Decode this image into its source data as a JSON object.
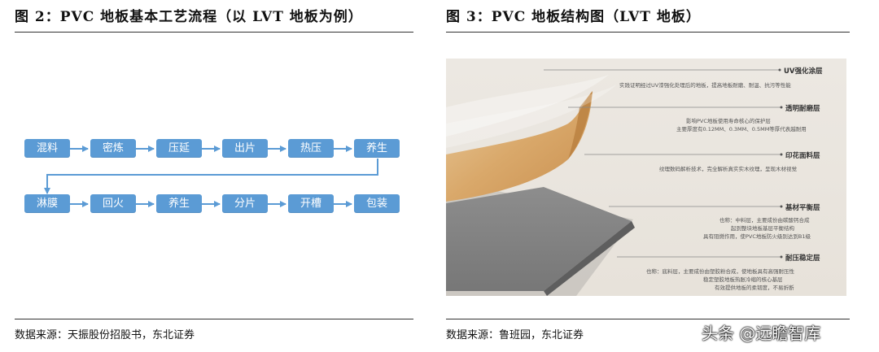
{
  "left_figure": {
    "title": "图 2：PVC 地板基本工艺流程（以 LVT 地板为例）",
    "row1": [
      "混料",
      "密炼",
      "压延",
      "出片",
      "热压",
      "养生"
    ],
    "row2": [
      "淋膜",
      "回火",
      "养生",
      "分片",
      "开槽",
      "包装"
    ],
    "source": "数据来源：天振股份招股书，东北证券",
    "box_color": "#5b9bd5"
  },
  "right_figure": {
    "title": "图 3：PVC 地板结构图（LVT 地板）",
    "layers": [
      {
        "name": "UV强化涂层",
        "desc": [
          "实践证明经过UV漆强化处理后的地板，提高地板耐磨、耐温、抗污等性能"
        ]
      },
      {
        "name": "透明耐磨层",
        "desc": [
          "影响PVC地板使用寿命核心的保护层",
          "主要厚度有0.12MM、0.3MM、0.5MM等厚代表越耐用"
        ]
      },
      {
        "name": "印花面料层",
        "desc": [
          "纹理数码解析技术，完全解析真实实木纹理，呈现木材视觉"
        ]
      },
      {
        "name": "基材平衡层",
        "desc": [
          "也称：中料层，主要成份由碳酸钙合成",
          "起到整块地板基层平衡结构",
          "具有阻燃作用，使PVC地板防火级别达到B1级"
        ]
      },
      {
        "name": "耐压稳定层",
        "desc": [
          "也称：底料层，主要成份由塑胶粉合成，使地板具有高强耐压性",
          "稳定塑胶地板热胀冷缩的核心基层",
          "有效提供地板的柔韧度，不易折断"
        ]
      }
    ],
    "source": "数据来源：鲁班园，东北证券"
  },
  "watermark": "头条 @远瞻智库"
}
